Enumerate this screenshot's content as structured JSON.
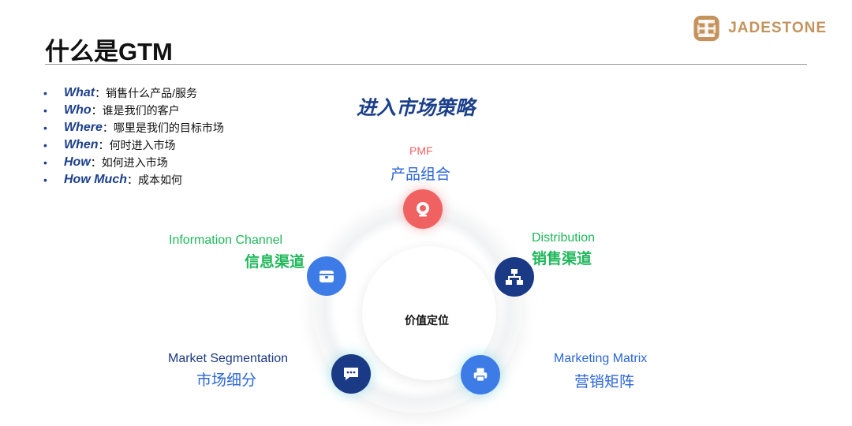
{
  "slide": {
    "title": "什么是GTM",
    "logo_text": "JADESTONE"
  },
  "bullets": [
    {
      "keyword": "What",
      "value": "：销售什么产品/服务"
    },
    {
      "keyword": "Who",
      "value": "：谁是我们的客户"
    },
    {
      "keyword": "Where",
      "value": "：哪里是我们的目标市场"
    },
    {
      "keyword": "When",
      "value": "：何时进入市场"
    },
    {
      "keyword": "How",
      "value": "：如何进入市场"
    },
    {
      "keyword": "How Much",
      "value": "：成本如何"
    }
  ],
  "diagram": {
    "heading": "进入市场策略",
    "center": "价值定位",
    "nodes": {
      "pmf": {
        "en": "PMF",
        "zh": "产品组合",
        "color": "#f06262",
        "icon": "camera-icon"
      },
      "distribution": {
        "en": "Distribution",
        "zh": "销售渠道",
        "color": "#1b3a85",
        "icon": "sitemap-icon"
      },
      "marketing": {
        "en": "Marketing Matrix",
        "zh": "营销矩阵",
        "color": "#3d7be6",
        "icon": "printer-icon"
      },
      "segmentation": {
        "en": "Market Segmentation",
        "zh": "市场细分",
        "color": "#1b3a85",
        "icon": "chat-icon"
      },
      "information": {
        "en": "Information Channel",
        "zh": "信息渠道",
        "color": "#3d7be6",
        "icon": "wallet-icon"
      }
    },
    "label_colors": {
      "pmf": "#f06262",
      "green": "#1fb85a",
      "blue": "#2b66d6",
      "navy": "#1b3a85"
    }
  }
}
